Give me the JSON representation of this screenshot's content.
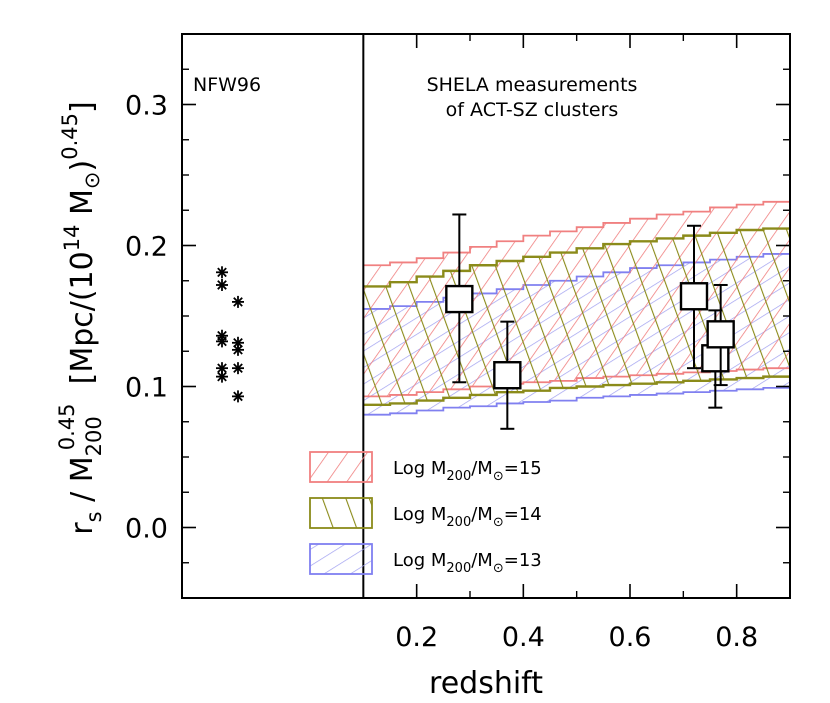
{
  "chart_data": {
    "type": "scatter",
    "xlabel": "redshift",
    "ylabel": {
      "base": "r",
      "base_sub": "s",
      "mid": " / M",
      "mid_sub": "200",
      "mid_sup": "0.45",
      "bracket_open": "  [Mpc/(10",
      "bracket_sup1": "14",
      "bracket_mid": " M",
      "bracket_sub": "⊙",
      "bracket_close": ")",
      "bracket_sup2": "0.45",
      "bracket_end": "]"
    },
    "xlim": [
      -0.24,
      0.9
    ],
    "ylim": [
      -0.05,
      0.35
    ],
    "divider_x": 0.1,
    "x_ticks": [
      {
        "value": 0.2,
        "label": "0.2"
      },
      {
        "value": 0.4,
        "label": "0.4"
      },
      {
        "value": 0.6,
        "label": "0.6"
      },
      {
        "value": 0.8,
        "label": "0.8"
      }
    ],
    "x_minor_ticks": [
      0.1,
      0.3,
      0.5,
      0.7
    ],
    "y_ticks": [
      {
        "value": 0.0,
        "label": "0.0"
      },
      {
        "value": 0.1,
        "label": "0.1"
      },
      {
        "value": 0.2,
        "label": "0.2"
      },
      {
        "value": 0.3,
        "label": "0.3"
      }
    ],
    "y_minor_ticks": [
      -0.025,
      0.025,
      0.05,
      0.075,
      0.125,
      0.15,
      0.175,
      0.225,
      0.25,
      0.275,
      0.325
    ],
    "annotations": {
      "left_panel": "NFW96",
      "right_panel_line1": "SHELA measurements",
      "right_panel_line2": "of ACT-SZ clusters"
    },
    "nfw96_points": [
      {
        "x": -0.165,
        "y": 0.181
      },
      {
        "x": -0.165,
        "y": 0.172
      },
      {
        "x": -0.165,
        "y": 0.136
      },
      {
        "x": -0.165,
        "y": 0.132
      },
      {
        "x": -0.165,
        "y": 0.113
      },
      {
        "x": -0.165,
        "y": 0.107
      },
      {
        "x": -0.135,
        "y": 0.16
      },
      {
        "x": -0.135,
        "y": 0.131
      },
      {
        "x": -0.135,
        "y": 0.126
      },
      {
        "x": -0.135,
        "y": 0.113
      },
      {
        "x": -0.135,
        "y": 0.093
      }
    ],
    "measurements": [
      {
        "x": 0.28,
        "y": 0.162,
        "ylow": 0.103,
        "yhigh": 0.222
      },
      {
        "x": 0.37,
        "y": 0.108,
        "ylow": 0.07,
        "yhigh": 0.146
      },
      {
        "x": 0.72,
        "y": 0.164,
        "ylow": 0.113,
        "yhigh": 0.214
      },
      {
        "x": 0.76,
        "y": 0.12,
        "ylow": 0.085,
        "yhigh": 0.154
      },
      {
        "x": 0.77,
        "y": 0.137,
        "ylow": 0.101,
        "yhigh": 0.172
      }
    ],
    "bands": [
      {
        "name": "Log M200/M⊙=15",
        "color": "#f08080",
        "hatch": "diagonal-right",
        "upper": [
          [
            0.1,
            0.186
          ],
          [
            0.15,
            0.188
          ],
          [
            0.2,
            0.191
          ],
          [
            0.25,
            0.195
          ],
          [
            0.3,
            0.199
          ],
          [
            0.35,
            0.203
          ],
          [
            0.4,
            0.207
          ],
          [
            0.45,
            0.21
          ],
          [
            0.5,
            0.213
          ],
          [
            0.55,
            0.216
          ],
          [
            0.6,
            0.219
          ],
          [
            0.65,
            0.222
          ],
          [
            0.7,
            0.224
          ],
          [
            0.75,
            0.227
          ],
          [
            0.8,
            0.229
          ],
          [
            0.85,
            0.231
          ],
          [
            0.9,
            0.232
          ]
        ],
        "lower": [
          [
            0.1,
            0.093
          ],
          [
            0.15,
            0.094
          ],
          [
            0.2,
            0.096
          ],
          [
            0.25,
            0.098
          ],
          [
            0.3,
            0.1
          ],
          [
            0.35,
            0.102
          ],
          [
            0.4,
            0.103
          ],
          [
            0.45,
            0.104
          ],
          [
            0.5,
            0.106
          ],
          [
            0.55,
            0.107
          ],
          [
            0.6,
            0.108
          ],
          [
            0.65,
            0.109
          ],
          [
            0.7,
            0.11
          ],
          [
            0.75,
            0.111
          ],
          [
            0.8,
            0.112
          ],
          [
            0.85,
            0.113
          ],
          [
            0.9,
            0.114
          ]
        ]
      },
      {
        "name": "Log M200/M⊙=14",
        "color": "#8b8b1a",
        "hatch": "diagonal-left",
        "upper": [
          [
            0.1,
            0.171
          ],
          [
            0.15,
            0.174
          ],
          [
            0.2,
            0.178
          ],
          [
            0.25,
            0.182
          ],
          [
            0.3,
            0.186
          ],
          [
            0.35,
            0.189
          ],
          [
            0.4,
            0.192
          ],
          [
            0.45,
            0.195
          ],
          [
            0.5,
            0.198
          ],
          [
            0.55,
            0.201
          ],
          [
            0.6,
            0.203
          ],
          [
            0.65,
            0.205
          ],
          [
            0.7,
            0.207
          ],
          [
            0.75,
            0.209
          ],
          [
            0.8,
            0.211
          ],
          [
            0.85,
            0.212
          ],
          [
            0.9,
            0.213
          ]
        ],
        "lower": [
          [
            0.1,
            0.087
          ],
          [
            0.15,
            0.088
          ],
          [
            0.2,
            0.09
          ],
          [
            0.25,
            0.092
          ],
          [
            0.3,
            0.094
          ],
          [
            0.35,
            0.096
          ],
          [
            0.4,
            0.097
          ],
          [
            0.45,
            0.099
          ],
          [
            0.5,
            0.1
          ],
          [
            0.55,
            0.101
          ],
          [
            0.6,
            0.102
          ],
          [
            0.65,
            0.103
          ],
          [
            0.7,
            0.104
          ],
          [
            0.75,
            0.105
          ],
          [
            0.8,
            0.106
          ],
          [
            0.85,
            0.107
          ],
          [
            0.9,
            0.108
          ]
        ]
      },
      {
        "name": "Log M200/M⊙=13",
        "color": "#8080f0",
        "hatch": "diagonal-right-shallow",
        "upper": [
          [
            0.1,
            0.155
          ],
          [
            0.15,
            0.157
          ],
          [
            0.2,
            0.16
          ],
          [
            0.25,
            0.163
          ],
          [
            0.3,
            0.166
          ],
          [
            0.35,
            0.169
          ],
          [
            0.4,
            0.172
          ],
          [
            0.45,
            0.175
          ],
          [
            0.5,
            0.178
          ],
          [
            0.55,
            0.181
          ],
          [
            0.6,
            0.184
          ],
          [
            0.65,
            0.186
          ],
          [
            0.7,
            0.188
          ],
          [
            0.75,
            0.19
          ],
          [
            0.8,
            0.192
          ],
          [
            0.85,
            0.194
          ],
          [
            0.9,
            0.196
          ]
        ],
        "lower": [
          [
            0.1,
            0.08
          ],
          [
            0.15,
            0.081
          ],
          [
            0.2,
            0.083
          ],
          [
            0.25,
            0.085
          ],
          [
            0.3,
            0.086
          ],
          [
            0.35,
            0.088
          ],
          [
            0.4,
            0.089
          ],
          [
            0.45,
            0.09
          ],
          [
            0.5,
            0.092
          ],
          [
            0.55,
            0.093
          ],
          [
            0.6,
            0.094
          ],
          [
            0.65,
            0.095
          ],
          [
            0.7,
            0.096
          ],
          [
            0.75,
            0.097
          ],
          [
            0.8,
            0.098
          ],
          [
            0.85,
            0.099
          ],
          [
            0.9,
            0.1
          ]
        ]
      }
    ],
    "legend": {
      "placement": "bottom-right",
      "entries": [
        {
          "prefix": "Log M",
          "sub": "200",
          "mid": "/M",
          "sub2": "⊙",
          "suffix": "=15"
        },
        {
          "prefix": "Log M",
          "sub": "200",
          "mid": "/M",
          "sub2": "⊙",
          "suffix": "=14"
        },
        {
          "prefix": "Log M",
          "sub": "200",
          "mid": "/M",
          "sub2": "⊙",
          "suffix": "=13"
        }
      ]
    },
    "grid": false
  }
}
